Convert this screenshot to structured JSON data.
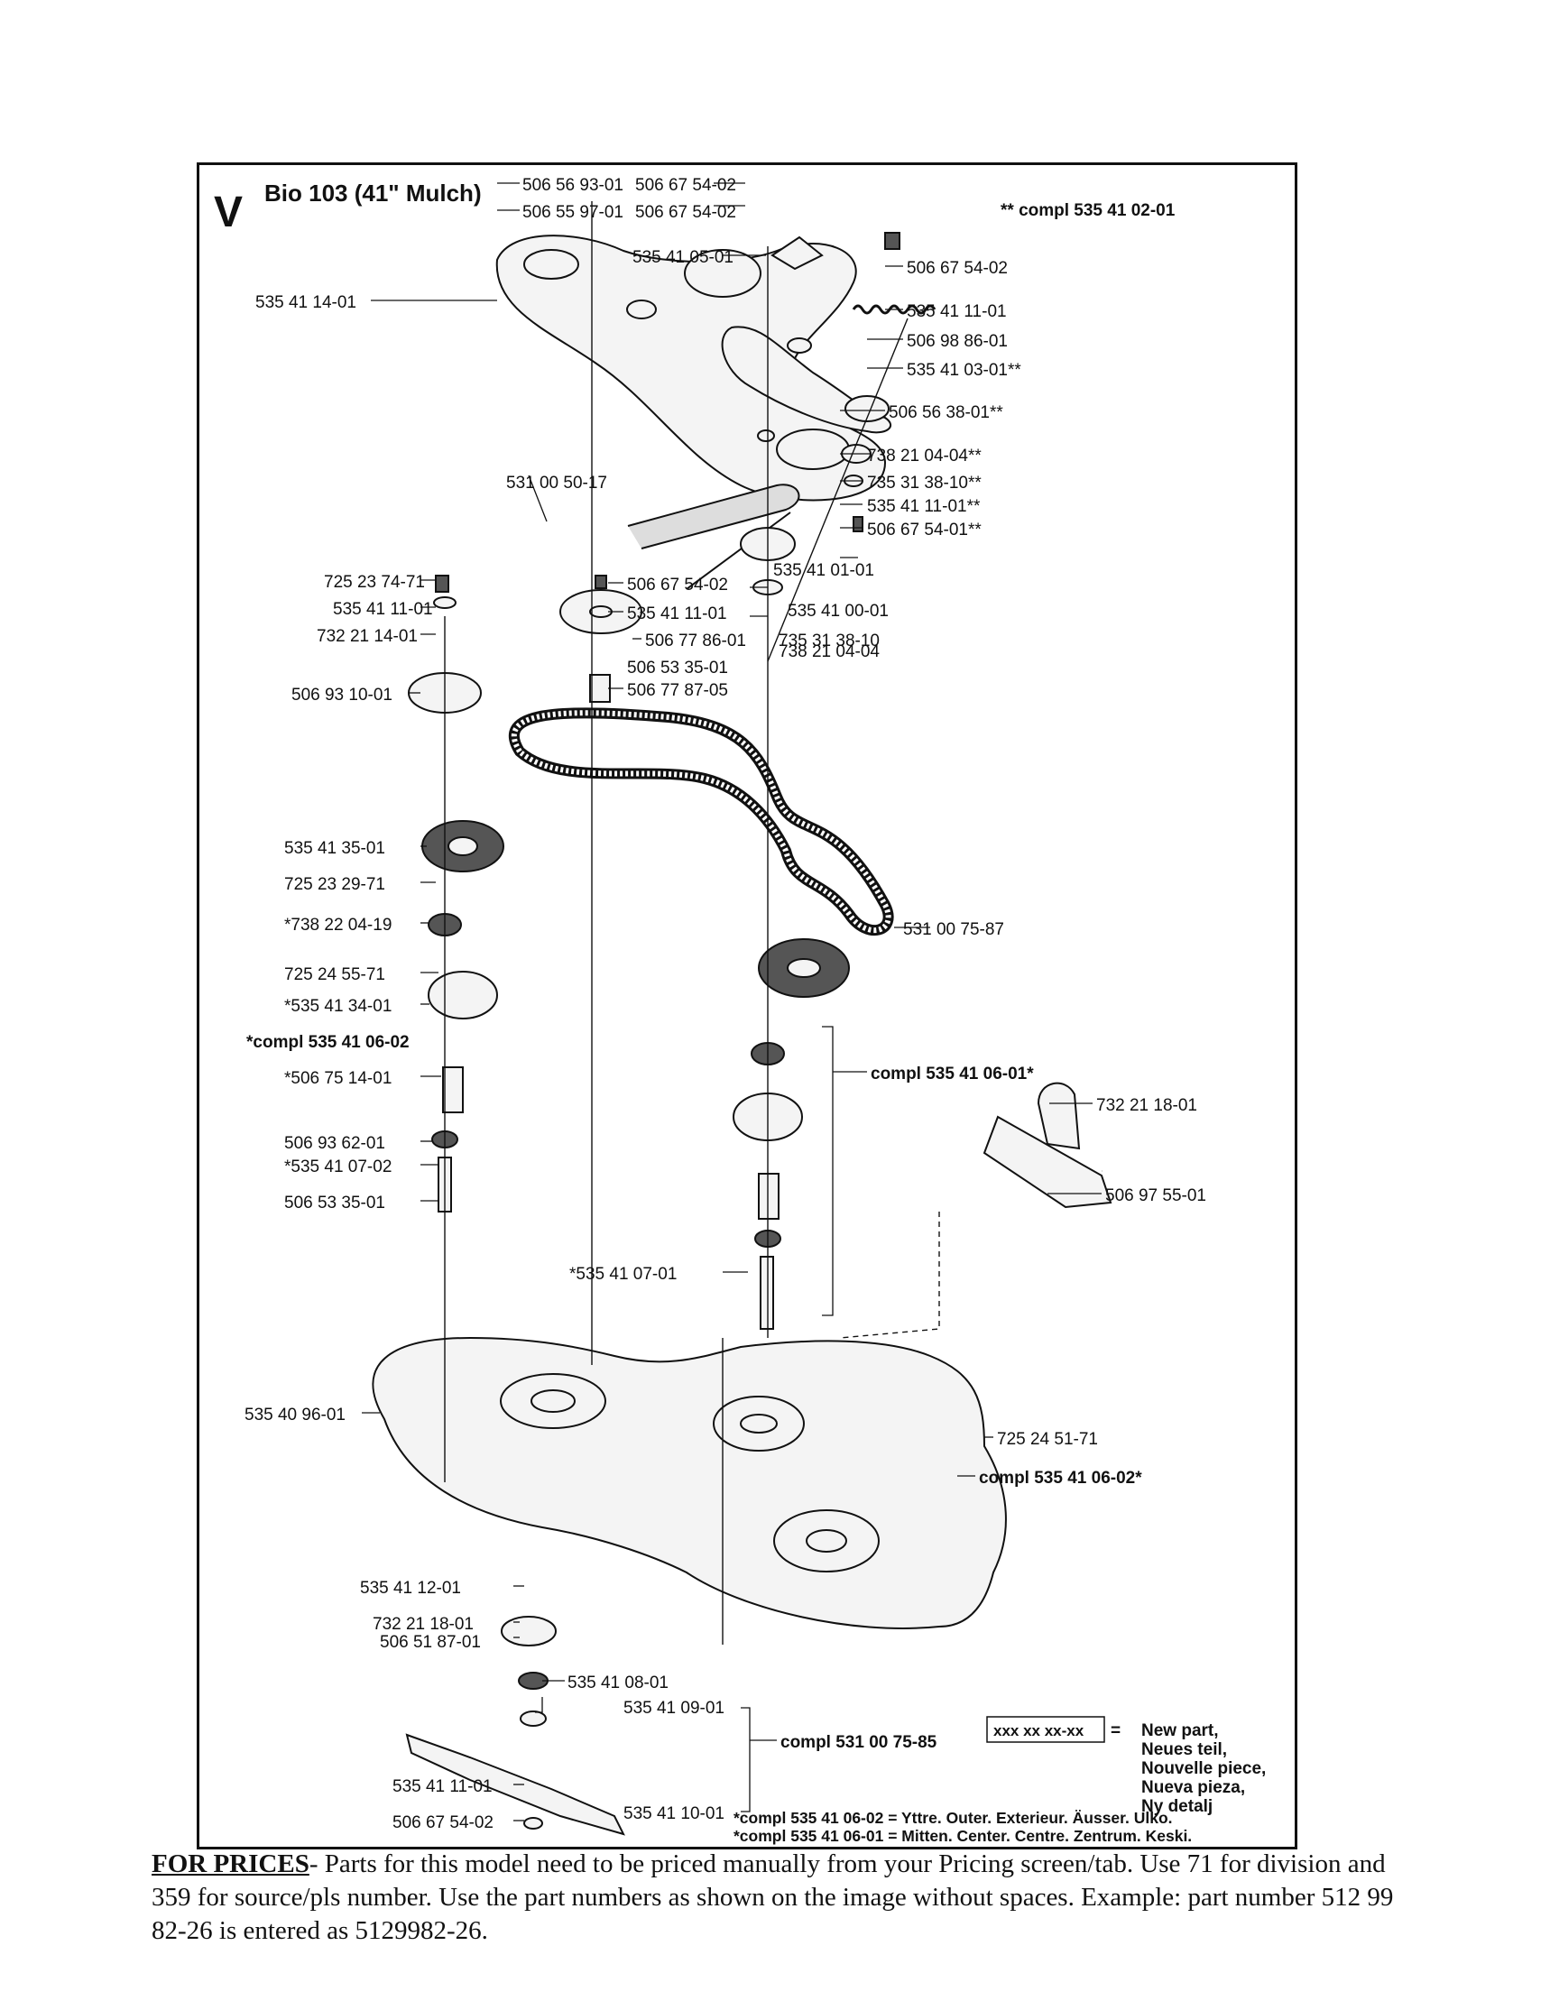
{
  "header": {
    "section_letter": "V",
    "title": "Bio 103 (41\" Mulch)",
    "compl_note": "** compl 535 41 02-01"
  },
  "part_labels": [
    "506 56 93-01",
    "506 55 97-01",
    "506 67 54-02",
    "506 67 54-02",
    "535 41 05-01",
    "506 67 54-02",
    "535 41 11-01",
    "506 98 86-01",
    "535 41 03-01**",
    "506 56 38-01**",
    "738 21 04-04**",
    "735 31 38-10**",
    "535 41 11-01**",
    "506 67 54-01**",
    "535 41 14-01",
    "531 00 50-17",
    "725 23 74-71",
    "535 41 11-01",
    "732 21 14-01",
    "506 93 10-01",
    "535 41 01-01",
    "535 41 00-01",
    "506 67 54-02",
    "535 41 11-01",
    "738 21 04-04",
    "506 77 86-01",
    "735 31 38-10",
    "506 53 35-01",
    "506 77 87-05",
    "535 41 35-01",
    "725 23 29-71",
    "*738 22 04-19",
    "531 00 75-87",
    "725 24 55-71",
    "*535 41 34-01",
    "*compl 535 41 06-02",
    "*506 75 14-01",
    "compl 535 41 06-01*",
    "732 21 18-01",
    "506 93 62-01",
    "*535 41 07-02",
    "506 53 35-01",
    "506 97 55-01",
    "*535 41 07-01",
    "535 40 96-01",
    "725 24 51-71",
    "compl 535 41 06-02*",
    "535 41 12-01",
    "732 21 18-01",
    "506 51 87-01",
    "535 41 08-01",
    "535 41 09-01",
    "compl 531 00 75-85",
    "535 41 11-01",
    "535 41 10-01",
    "506 67 54-02"
  ],
  "legend": {
    "box_text": "xxx xx xx-xx",
    "equals": "=",
    "lines": [
      "New part,",
      "Neues teil,",
      "Nouvelle piece,",
      "Nueva pieza,",
      "Ny detalj"
    ]
  },
  "footnotes": [
    "*compl 535 41 06-02 = Yttre. Outer. Exterieur. Äusser. Ulko.",
    "*compl 535 41 06-01 = Mitten. Center. Centre. Zentrum. Keski."
  ],
  "prices": {
    "heading": "FOR PRICES",
    "text": "- Parts for this model need to be priced manually from your Pricing screen/tab. Use 71 for division and 359 for source/pls number.  Use the part numbers as shown on the image without spaces.  Example: part number 512 99 82-26 is entered as 5129982-26."
  }
}
